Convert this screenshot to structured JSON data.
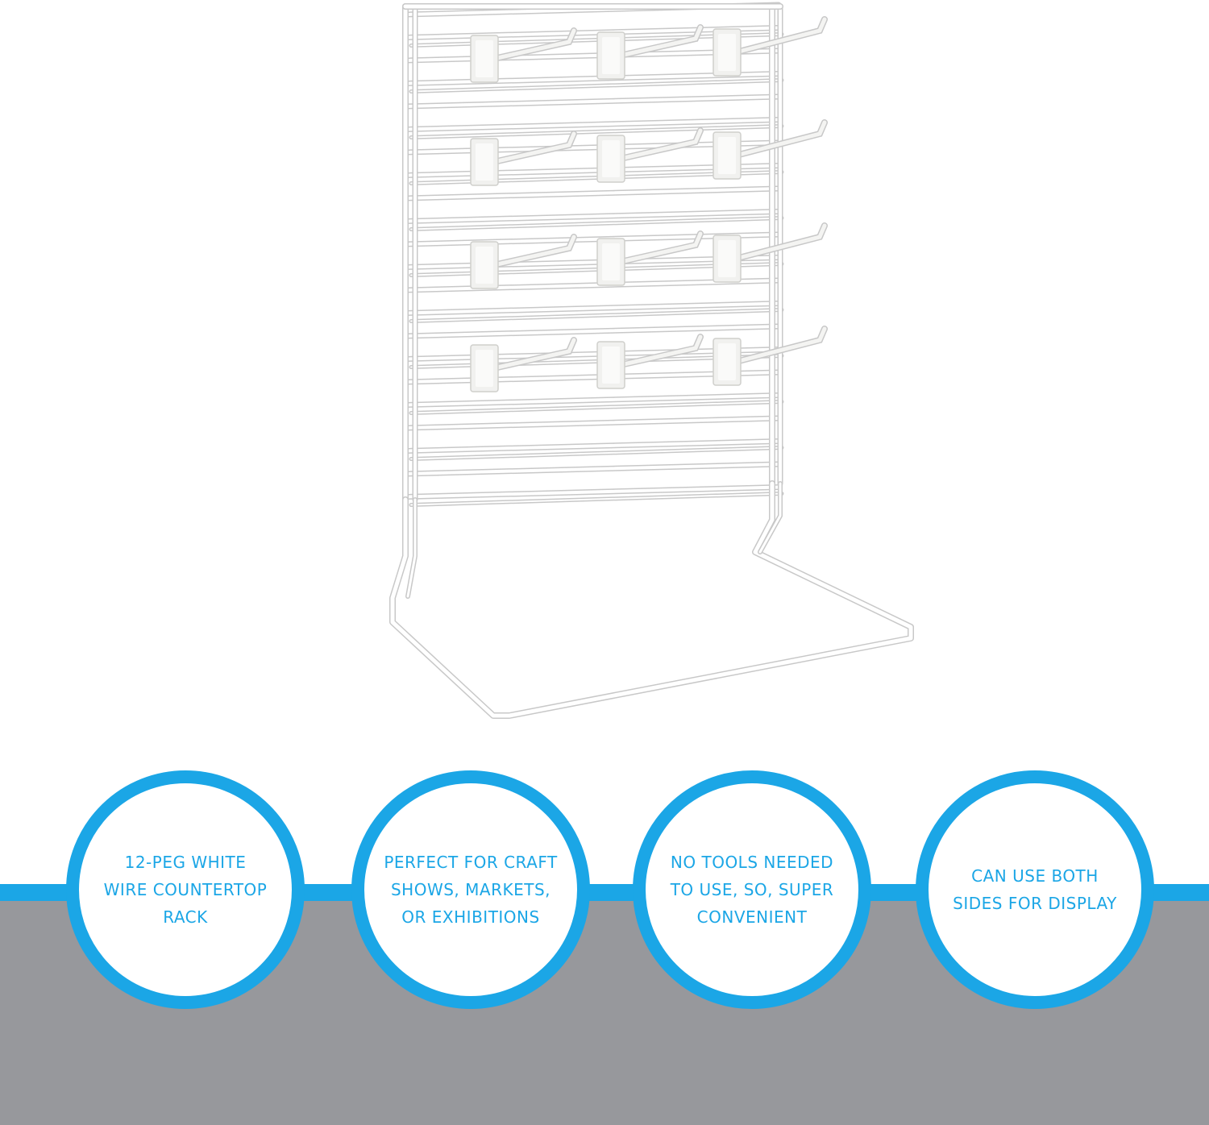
{
  "colors": {
    "accent": "#1ba6e6",
    "band": "#97989c",
    "background": "#ffffff",
    "rack_wire": "#ffffff",
    "rack_shadow": "#c8c8c8"
  },
  "product": {
    "subject": "white wire pegboard countertop display rack with 12 pegs"
  },
  "features": [
    {
      "text": "12-PEG WHITE\nWIRE COUNTERTOP\nRACK"
    },
    {
      "text": "PERFECT FOR CRAFT\nSHOWS, MARKETS,\nOR EXHIBITIONS"
    },
    {
      "text": "NO TOOLS NEEDED\nTO USE, SO, SUPER\nCONVENIENT"
    },
    {
      "text": "CAN USE BOTH\nSIDES FOR DISPLAY"
    }
  ]
}
